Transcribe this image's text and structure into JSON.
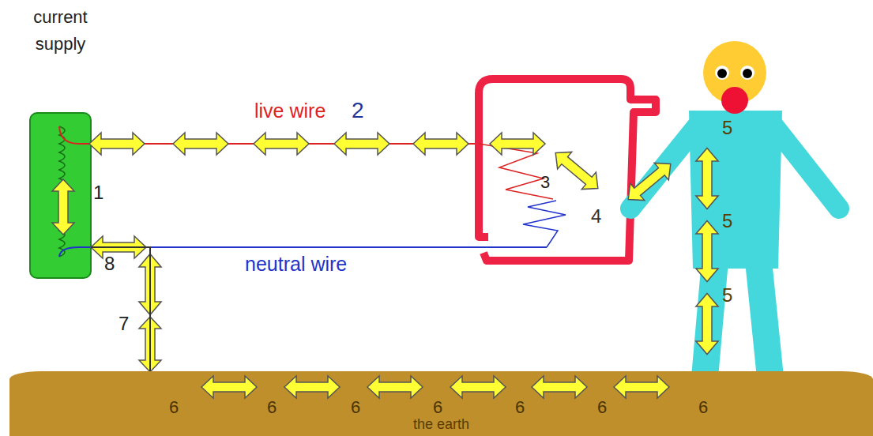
{
  "diagram": {
    "nodes": [
      {
        "text": [
          "current supply"
        ]
      },
      {
        "text": [
          "the earth"
        ]
      }
    ],
    "edges": [
      {
        "from": 0,
        "to": 1,
        "arrow": "none"
      }
    ],
    "labels": [
      "live wire",
      "2",
      "1",
      "3",
      "4",
      "5",
      "5",
      "5",
      "8",
      "neutral wire",
      "7",
      "6",
      "6",
      "6",
      "6",
      "6",
      "6",
      "6"
    ]
  }
}
